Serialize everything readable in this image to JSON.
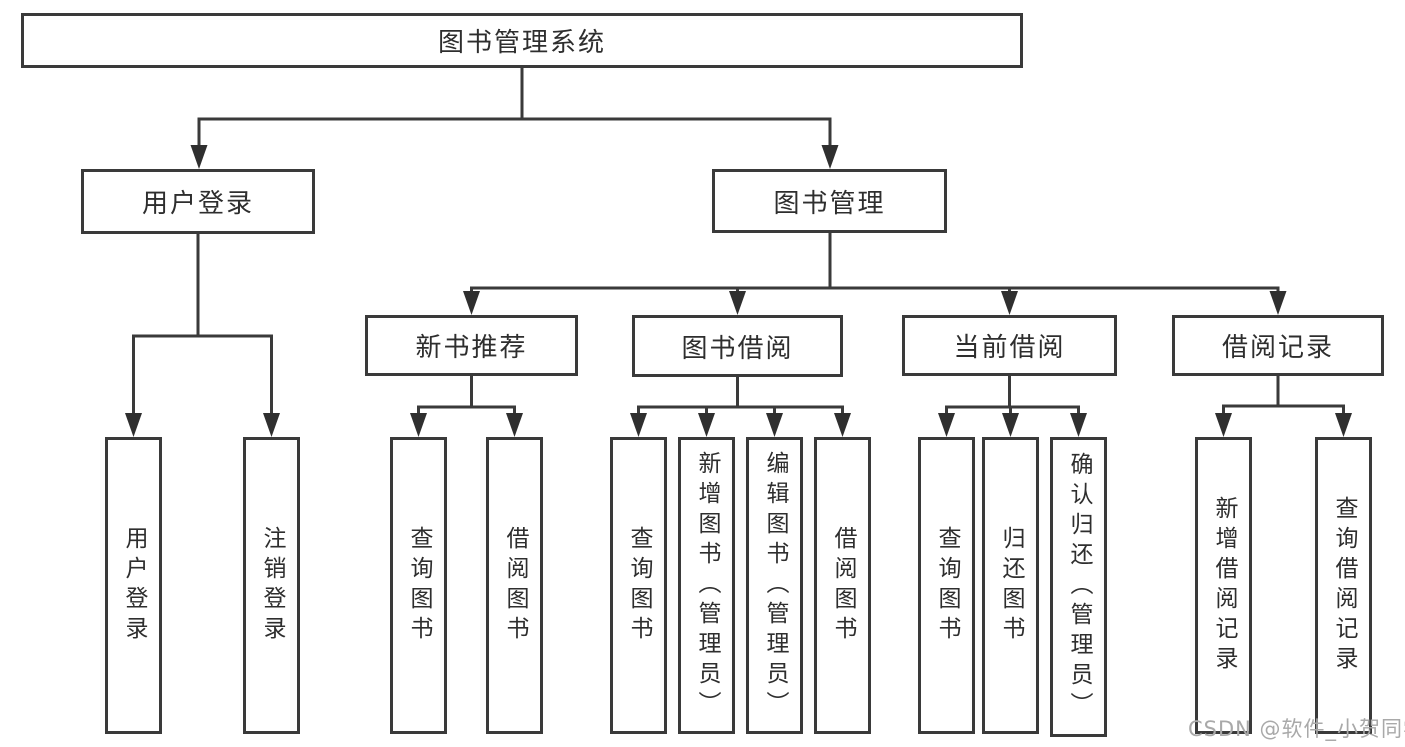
{
  "diagram": {
    "root": {
      "label": "图书管理系统"
    },
    "branches": [
      {
        "label": "用户登录",
        "children": [
          {
            "label": "用户登录"
          },
          {
            "label": "注销登录"
          }
        ]
      },
      {
        "label": "图书管理",
        "children": [
          {
            "label": "新书推荐",
            "children": [
              {
                "label": "查询图书"
              },
              {
                "label": "借阅图书"
              }
            ]
          },
          {
            "label": "图书借阅",
            "children": [
              {
                "label": "查询图书"
              },
              {
                "label": "新增图书（管理员）"
              },
              {
                "label": "编辑图书（管理员）"
              },
              {
                "label": "借阅图书"
              }
            ]
          },
          {
            "label": "当前借阅",
            "children": [
              {
                "label": "查询图书"
              },
              {
                "label": "归还图书"
              },
              {
                "label": "确认归还（管理员）"
              }
            ]
          },
          {
            "label": "借阅记录",
            "children": [
              {
                "label": "新增借阅记录"
              },
              {
                "label": "查询借阅记录"
              }
            ]
          }
        ]
      }
    ],
    "watermark": "CSDN @软件_小贺同学",
    "colors": {
      "line": "#3a3a3a",
      "arrow": "#2f2f2f",
      "text": "#2e2e2e",
      "watermark_text": "#a9a9a9",
      "background": "#ffffff"
    }
  }
}
